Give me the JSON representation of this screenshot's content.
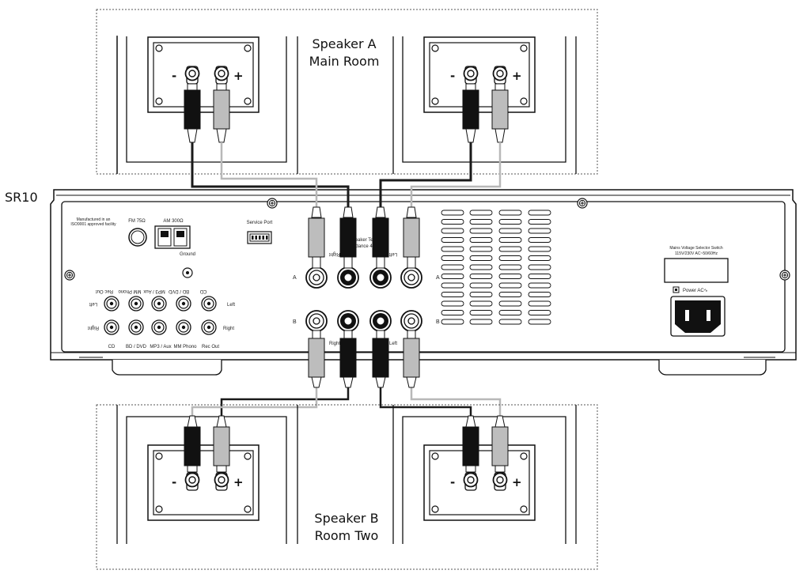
{
  "device": {
    "model_label": "SR10",
    "manufactured_note": [
      "Manufactured in an",
      "ISO9001 approved facility"
    ],
    "fm_label": "FM 75Ω",
    "am_label": "AM 300Ω",
    "ground_label": "Ground",
    "service_port_label": "Service Port",
    "speaker_terminals_label": "Loudspeaker Terminals",
    "impedance_label": "Impedance 4 - 8Ω",
    "voltage_label": [
      "Mains Voltage Selector Switch",
      "115V/230V AC~50/60Hz"
    ],
    "power_label": "Power AC∿",
    "zone_letters": [
      "A",
      "B"
    ],
    "channel_right": "Right",
    "channel_left": "Left",
    "inputs": [
      "CD",
      "BD / DVD",
      "MP3 / Aux",
      "MM Phono",
      "Rec Out"
    ],
    "row_left": "Left",
    "row_right": "Right"
  },
  "zones": {
    "a": {
      "title": "Speaker A",
      "subtitle": "Main Room"
    },
    "b": {
      "title": "Speaker B",
      "subtitle": "Room Two"
    }
  },
  "terminal_signs": {
    "minus": "-",
    "plus": "+"
  },
  "colors": {
    "black_cable": "#1a1a1a",
    "grey_cable": "#b8b8b8",
    "plug_black": "#111111",
    "plug_grey": "#bdbdbd"
  }
}
